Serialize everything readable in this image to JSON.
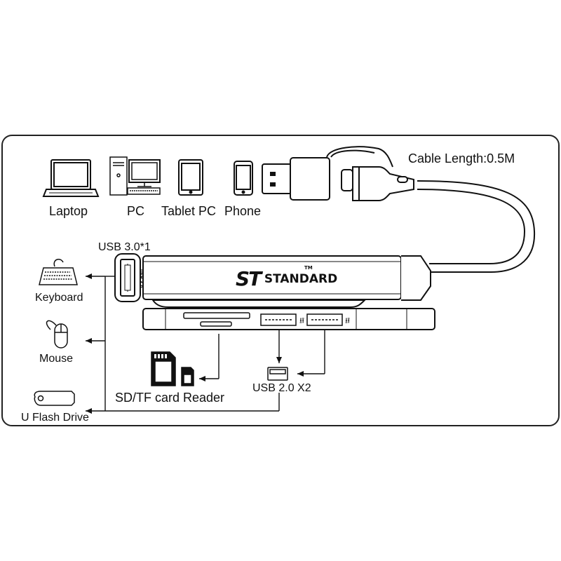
{
  "devices": [
    {
      "name": "Laptop",
      "icon": "laptop-icon"
    },
    {
      "name": "PC",
      "icon": "desktop-pc-icon"
    },
    {
      "name": "Tablet PC",
      "icon": "tablet-icon"
    },
    {
      "name": "Phone",
      "icon": "phone-icon"
    }
  ],
  "cable_label": "Cable Length:0.5M",
  "port_usb30_label": "USB 3.0*1",
  "usb30_port_tag": "USB 3.0",
  "peripherals": [
    {
      "name": "Keyboard",
      "icon": "keyboard-icon"
    },
    {
      "name": "Mouse",
      "icon": "mouse-icon"
    },
    {
      "name": "U Flash Drive",
      "icon": "usb-flash-drive-icon"
    }
  ],
  "card_reader_label": "SD/TF card Reader",
  "usb20_label": "USB 2.0 X2",
  "brand": {
    "logo": "ST",
    "name": "STANDARD",
    "tm": "TM"
  }
}
